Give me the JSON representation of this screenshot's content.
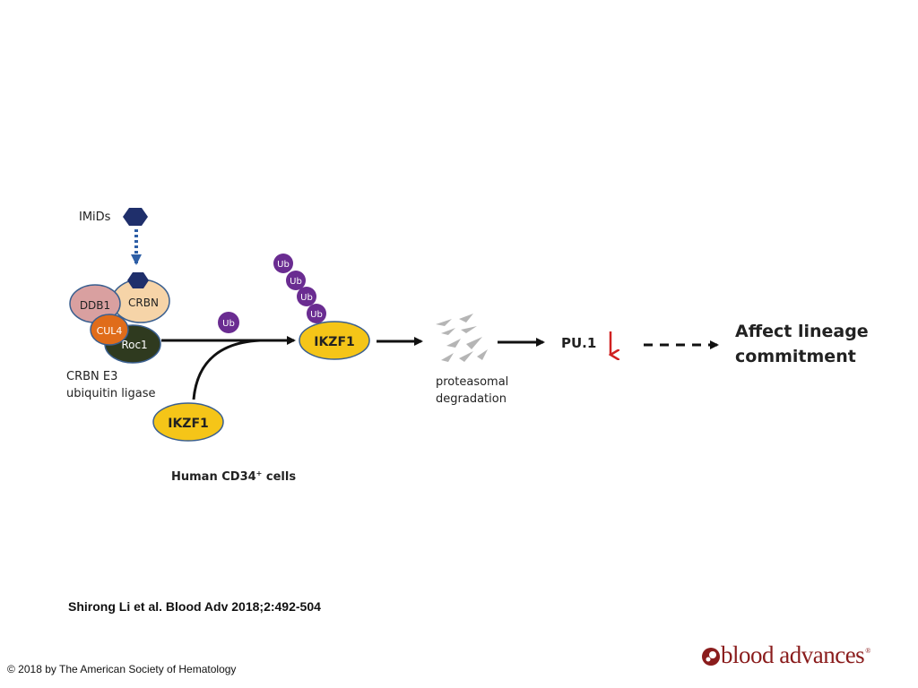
{
  "diagram": {
    "imids_label": "IMiDs",
    "proteins": {
      "crbn": "CRBN",
      "ddb1": "DDB1",
      "cul4": "CUL4",
      "roc1": "Roc1",
      "ikzf1_free": "IKZF1",
      "ikzf1_target": "IKZF1"
    },
    "ligase_label_line1": "CRBN E3",
    "ligase_label_line2": "ubiquitin ligase",
    "ub": "Ub",
    "degradation_line1": "proteasomal",
    "degradation_line2": "degradation",
    "pu1_label": "PU.1",
    "outcome_line1": "Affect lineage",
    "outcome_line2": "commitment",
    "cell_label": "Human CD34",
    "cell_label_sup": "+",
    "cell_label_suffix": " cells"
  },
  "citation": "Shirong Li et al. Blood Adv 2018;2:492-504",
  "copyright": "© 2018 by The American Society of Hematology",
  "logo": {
    "text": "blood advances",
    "tm": "®"
  },
  "colors": {
    "ikzf1": "#f5c518",
    "ub": "#6a2c91",
    "crbn": "#f6d4a8",
    "ddb1": "#d9a0a0",
    "cul4": "#e06c1a",
    "roc1": "#2f3a1f",
    "imid": "#1f2f6b",
    "down_arrow": "#d02020",
    "logo": "#8a1c1c"
  }
}
